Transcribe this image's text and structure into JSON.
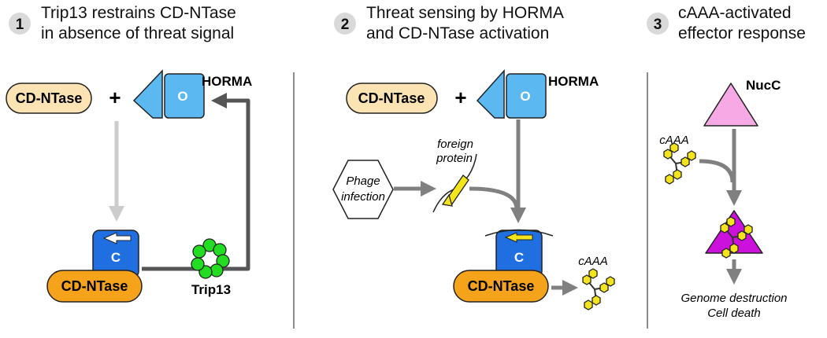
{
  "panels": [
    {
      "number": "1",
      "title_line1": "Trip13 restrains CD-NTase",
      "title_line2": "in absence of threat signal"
    },
    {
      "number": "2",
      "title_line1": "Threat sensing by HORMA",
      "title_line2": "and CD-NTase activation"
    },
    {
      "number": "3",
      "title_line1": "cAAA-activated",
      "title_line2": "effector response"
    }
  ],
  "labels": {
    "cd_ntase": "CD-NTase",
    "plus": "+",
    "horma": "HORMA",
    "horma_open": "O",
    "horma_closed": "C",
    "trip13": "Trip13",
    "phage_line1": "Phage",
    "phage_line2": "infection",
    "foreign_line1": "foreign",
    "foreign_line2": "protein",
    "camp": "cAAA",
    "nucc": "NucC",
    "outcome_line1": "Genome destruction",
    "outcome_line2": "Cell death"
  },
  "colors": {
    "cd_ntase_inactive": "#fbe3b4",
    "cd_ntase_active": "#f5a31a",
    "horma_open": "#5cb8f0",
    "horma_closed": "#1f6fe0",
    "trip13": "#22dd22",
    "foreign_protein": "#f4e41c",
    "camp": "#f4e41c",
    "nucc_inactive": "#f7a9e6",
    "nucc_active": "#cc11dd"
  },
  "icons": {
    "horma_open": "open-horma-icon",
    "horma_closed": "closed-horma-icon",
    "trip13": "hexameric-ring-icon",
    "camp": "cyclic-trinucleotide-icon",
    "phage": "hexagon-icon"
  }
}
